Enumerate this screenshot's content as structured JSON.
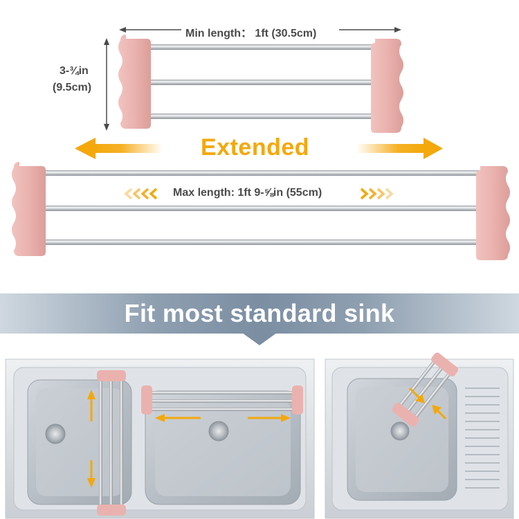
{
  "labels": {
    "min_length": "Min length： 1ft (30.5cm)",
    "width_line1": "3-¾in",
    "width_line2": "(9.5cm)",
    "extended": "Extended",
    "max_length": "Max length: 1ft 9-⅝in (55cm)",
    "banner": "Fit most standard sink"
  },
  "colors": {
    "pink": "#eab2ae",
    "pink_dark": "#d99792",
    "rod": "#c4c8cc",
    "accent_orange": "#f4a80c",
    "banner": "#8a9bad",
    "text": "#4a4a4a"
  }
}
